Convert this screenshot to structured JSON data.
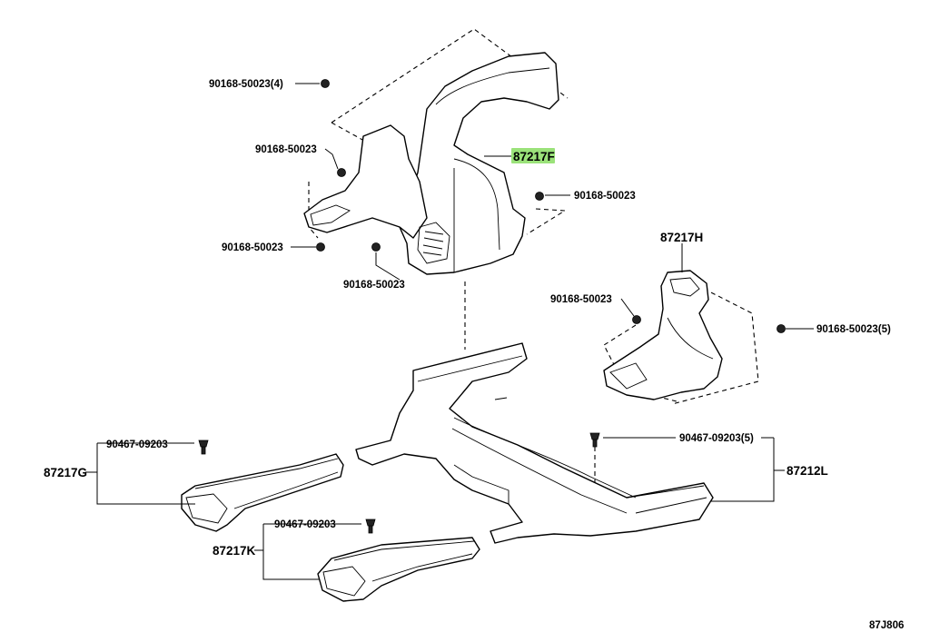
{
  "diagram": {
    "reference_code": "87J806",
    "parts": {
      "duct_f": "87217F",
      "duct_h": "87217H",
      "duct_g": "87217G",
      "duct_k": "87217K",
      "duct_l": "87212L"
    },
    "fasteners": {
      "screw_a_4": "90168-50023(4)",
      "screw_b": "90168-50023",
      "screw_c": "90168-50023",
      "screw_d": "90168-50023",
      "screw_e": "90168-50023",
      "screw_f": "90168-50023",
      "screw_g_5": "90168-50023(5)",
      "clip_g": "90467-09203",
      "clip_k": "90467-09203",
      "clip_l_5": "90467-09203(5)"
    },
    "highlight_color": "#9be27a"
  }
}
